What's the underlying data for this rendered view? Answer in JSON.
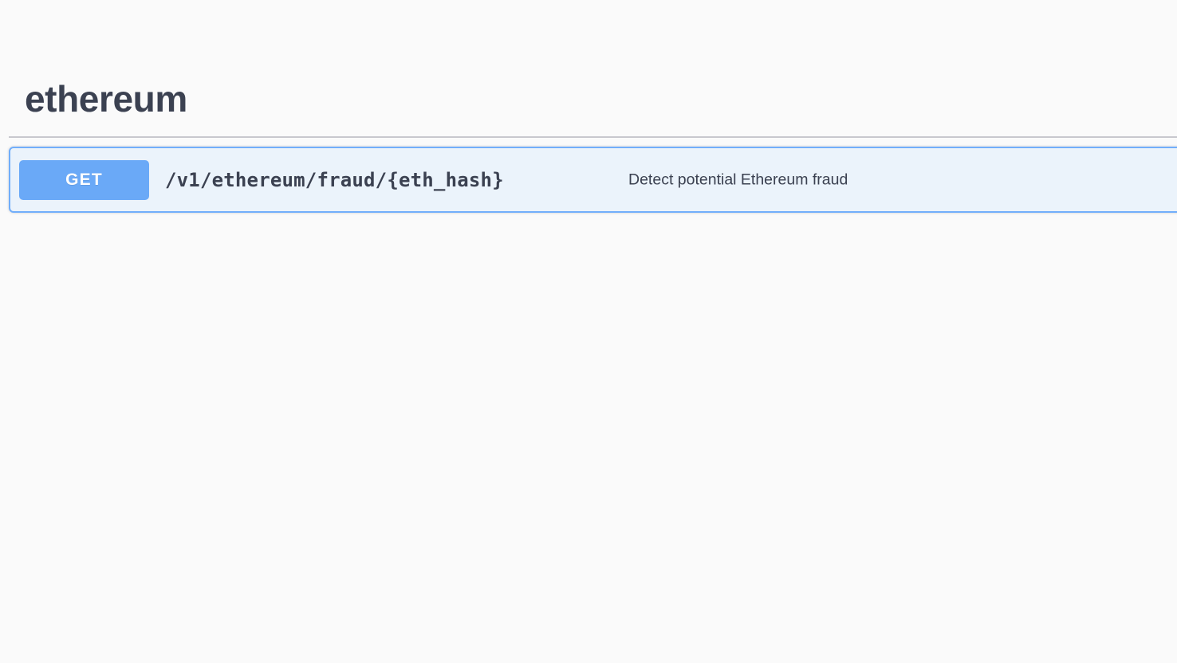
{
  "page": {
    "background_color": "#fafafa",
    "text_color": "#3b4151"
  },
  "tag_section": {
    "title": "ethereum"
  },
  "operations": [
    {
      "method": "GET",
      "method_color": "#61affe",
      "block_background": "#ebf3fb",
      "block_border_color": "#61affe",
      "path": "/v1/ethereum/fraud/{eth_hash}",
      "description": "Detect potential Ethereum fraud"
    }
  ]
}
